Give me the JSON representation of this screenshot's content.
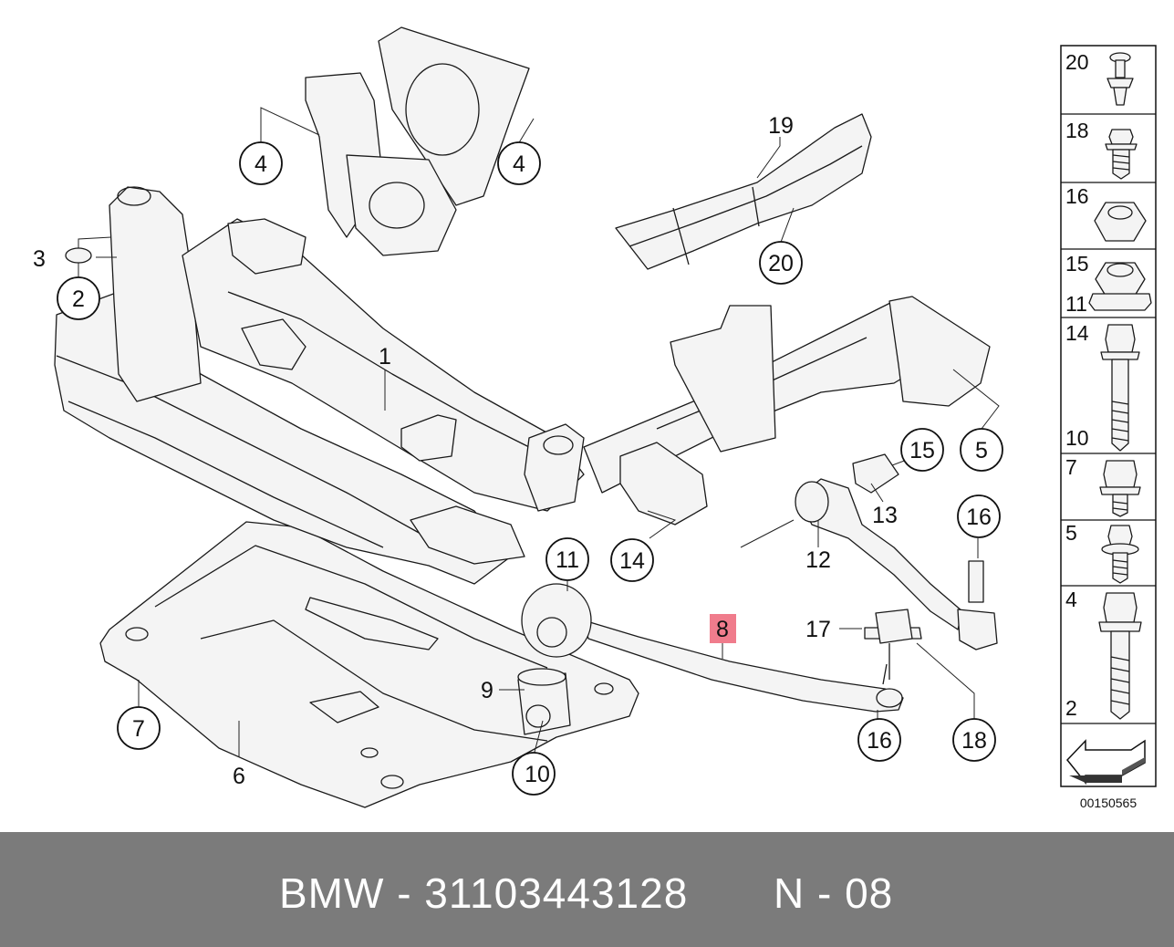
{
  "callouts": {
    "c1": "1",
    "c2": "2",
    "c3": "3",
    "c4a": "4",
    "c4b": "4",
    "c5": "5",
    "c6": "6",
    "c7": "7",
    "c8": "8",
    "c9": "9",
    "c10": "10",
    "c11": "11",
    "c12": "12",
    "c13": "13",
    "c14": "14",
    "c15": "15",
    "c16a": "16",
    "c16b": "16",
    "c17": "17",
    "c18": "18",
    "c19": "19",
    "c20": "20"
  },
  "highlight_color": "#f07c8c",
  "side_panel": {
    "items": [
      {
        "labels": [
          "20"
        ],
        "icon": "push-rivet-icon"
      },
      {
        "labels": [
          "18"
        ],
        "icon": "torx-bolt-icon"
      },
      {
        "labels": [
          "16"
        ],
        "icon": "hex-nut-icon"
      },
      {
        "labels": [
          "15",
          "11"
        ],
        "icon": "flange-nut-icon"
      },
      {
        "labels": [
          "14",
          "10"
        ],
        "icon": "long-hex-bolt-icon"
      },
      {
        "labels": [
          "7"
        ],
        "icon": "hex-bolt-icon"
      },
      {
        "labels": [
          "5"
        ],
        "icon": "washer-bolt-icon"
      },
      {
        "labels": [
          "4",
          "2"
        ],
        "icon": "long-flange-bolt-icon"
      },
      {
        "labels": [],
        "icon": "direction-arrow-icon"
      }
    ]
  },
  "doc_id": "00150565",
  "footer": {
    "part_text": "BMW - 31103443128",
    "page_text": "N - 08",
    "background": "#7b7b7b"
  }
}
